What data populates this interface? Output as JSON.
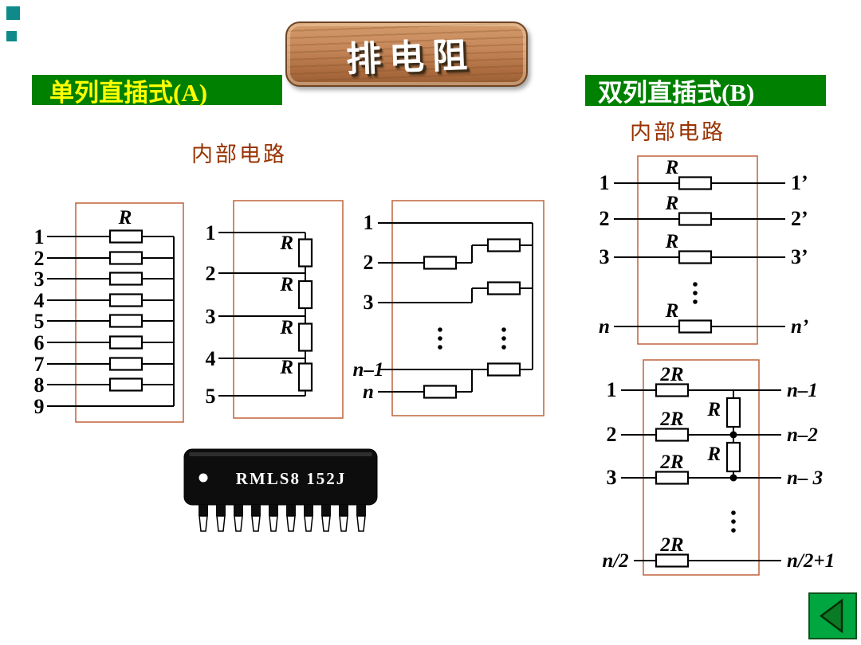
{
  "header": {
    "title": "排电阻",
    "banner_left": "单列直插式(A)",
    "banner_right": "双列直插式(B)",
    "internal_circuit_left": "内部电路",
    "internal_circuit_right": "内部电路"
  },
  "colors": {
    "banner_green": "#008000",
    "banner_left_text": "#ffff00",
    "banner_right_text": "#ffffff",
    "label_maroon": "#993300",
    "diagram_border": "#c0623c",
    "plaque_wood": "#b9784a",
    "back_button_green": "#00a640",
    "bullet_teal": "#0e8a8a"
  },
  "diagrams": {
    "a1": {
      "resistor_label": "R",
      "pins": [
        "1",
        "2",
        "3",
        "4",
        "5",
        "6",
        "7",
        "8",
        "9"
      ]
    },
    "a2": {
      "pins": [
        "1",
        "2",
        "3",
        "4",
        "5"
      ],
      "resistors": [
        "R",
        "R",
        "R",
        "R"
      ]
    },
    "a3": {
      "pins": [
        "1",
        "2",
        "3",
        "n–1",
        "n"
      ]
    },
    "b1": {
      "pins_left": [
        "1",
        "2",
        "3",
        "n"
      ],
      "pins_right": [
        "1’",
        "2’",
        "3’",
        "n’"
      ],
      "resistors": [
        "R",
        "R",
        "R",
        "R"
      ]
    },
    "b2": {
      "pins_left": [
        "1",
        "2",
        "3",
        "n/2"
      ],
      "pins_right": [
        "n–1",
        "n–2",
        "n– 3",
        "n/2+1"
      ],
      "h_resistors": [
        "2R",
        "2R",
        "2R",
        "2R"
      ],
      "v_resistors": [
        "R",
        "R"
      ]
    }
  },
  "ic_chip": {
    "marking": "RMLS8 152J"
  }
}
